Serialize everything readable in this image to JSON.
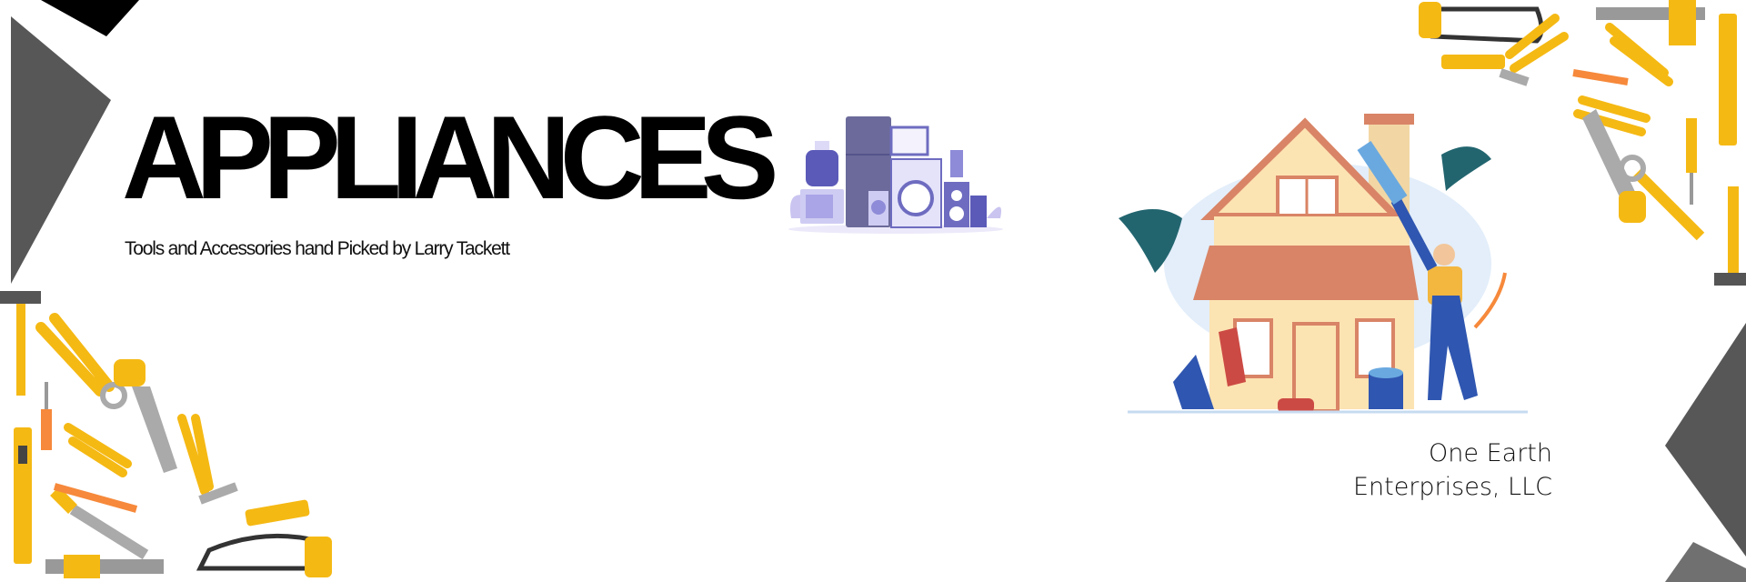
{
  "banner": {
    "title": "APPLIANCES",
    "subtitle": "Tools and Accessories hand Picked by Larry Tackett",
    "company_line1": "One Earth",
    "company_line2": "Enterprises, LLC"
  },
  "colors": {
    "dark_shape": "#575757",
    "black_shape": "#000000",
    "tool_yellow": "#F5B914",
    "appliance_purple": "#6E6CC0",
    "house_cream": "#FCE3B2",
    "roof_terracotta": "#D98466",
    "worker_blue": "#2F56B0"
  }
}
